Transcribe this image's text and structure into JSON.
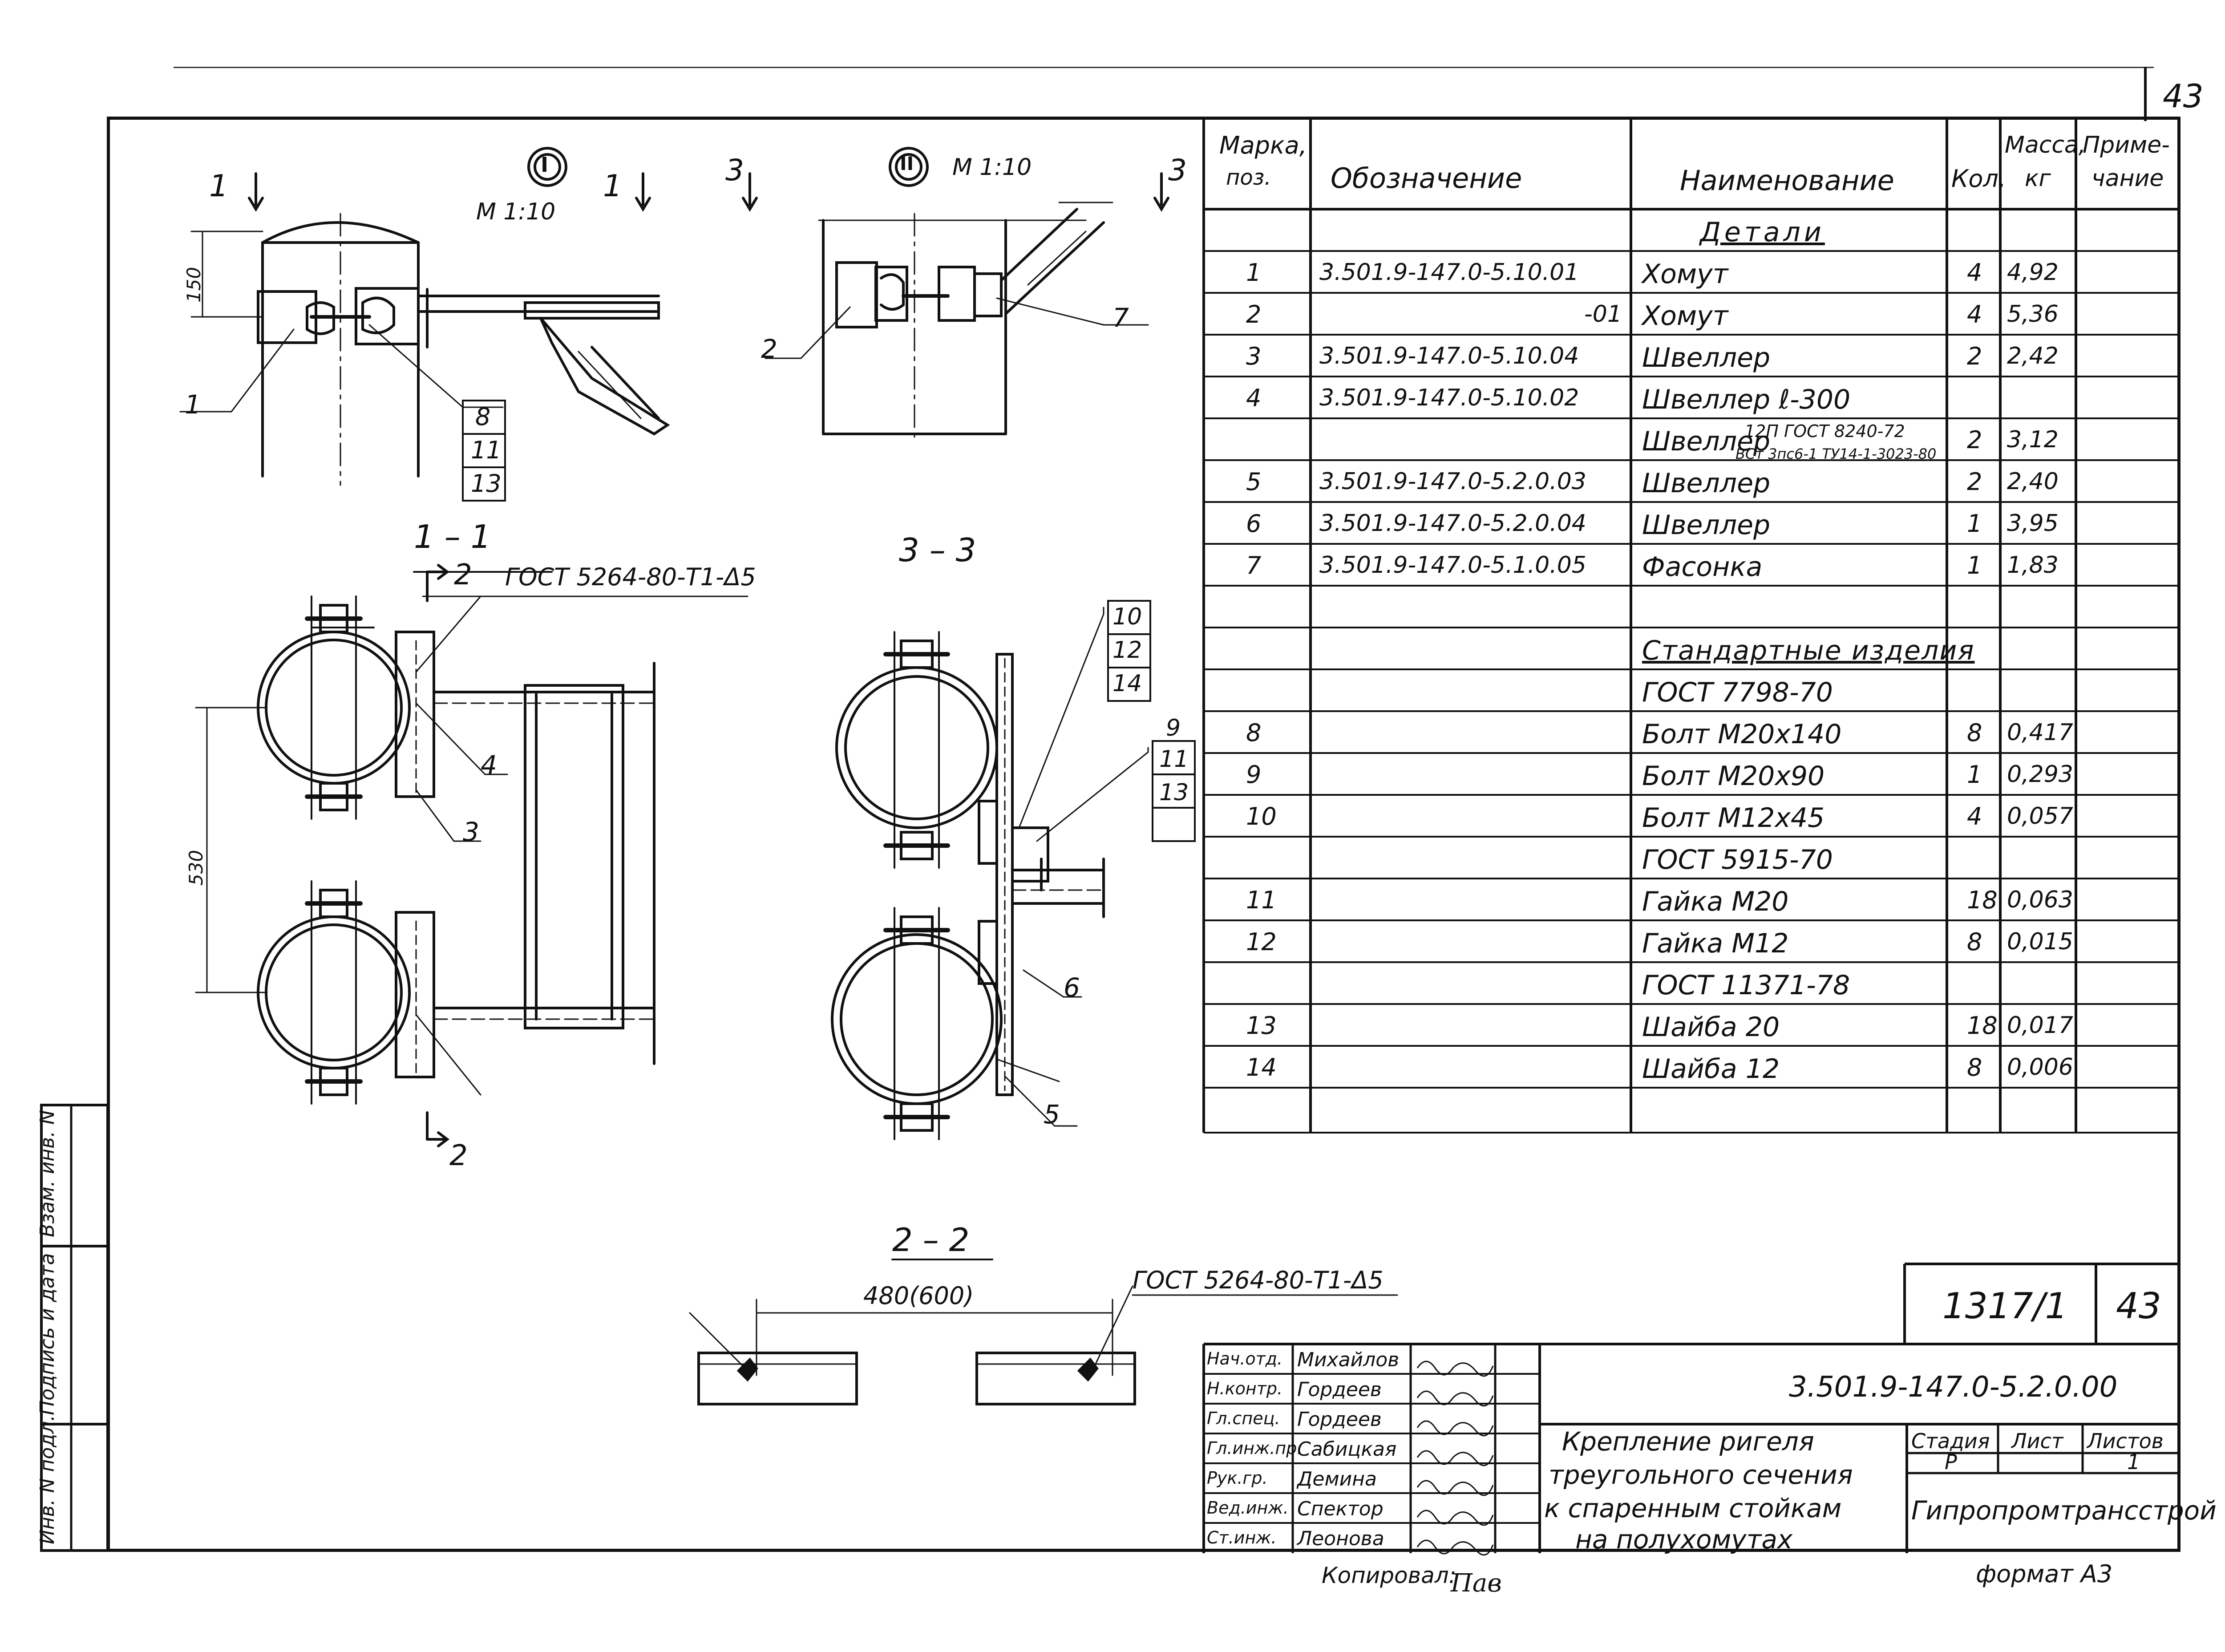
{
  "sheet": {
    "number_top": "43",
    "scale_I": "М 1:10",
    "scale_II": "М 1:10",
    "view_I_mark": "I",
    "view_II_mark": "II",
    "section_1_1": "1 – 1",
    "section_2_2": "2 – 2",
    "section_3_3": "3 – 3",
    "cut_1_left": "1",
    "cut_1_right": "1",
    "cut_3_left": "3",
    "cut_3_right": "3",
    "cut_2_top": "2",
    "cut_2_bottom": "2",
    "weld_note_1": "ГОСТ 5264-80-Т1-Δ5",
    "weld_note_2": "ГОСТ 5264-80-Т1-Δ5",
    "dim_150": "150",
    "dim_530": "530",
    "dim_480": "480(600)",
    "callouts_view_I": [
      "1",
      "8",
      "11",
      "13"
    ],
    "callouts_view_II": [
      "2",
      "7"
    ],
    "callouts_1_1": [
      "4",
      "3"
    ],
    "callouts_3_3": [
      "10",
      "12",
      "14",
      "9",
      "11",
      "13",
      "6",
      "5"
    ]
  },
  "spec_table": {
    "headers": {
      "mark": "Марка, поз.",
      "mark_l1": "Марка,",
      "mark_l2": "поз.",
      "designation": "Обозначение",
      "name": "Наименование",
      "qty": "Кол.",
      "mass_l1": "Масса,",
      "mass_l2": "кг",
      "note_l1": "Приме-",
      "note_l2": "чание"
    },
    "rows": [
      {
        "mark": "",
        "designation": "",
        "name": "Детали",
        "qty": "",
        "mass": ""
      },
      {
        "mark": "1",
        "designation": "3.501.9-147.0-5.10.01",
        "name": "Хомут",
        "qty": "4",
        "mass": "4,92"
      },
      {
        "mark": "2",
        "designation": "-01",
        "name": "Хомут",
        "qty": "4",
        "mass": "5,36"
      },
      {
        "mark": "3",
        "designation": "3.501.9-147.0-5.10.04",
        "name": "Швеллер",
        "qty": "2",
        "mass": "2,42"
      },
      {
        "mark": "4",
        "designation": "3.501.9-147.0-5.10.02",
        "name": "Швеллер ℓ-300",
        "qty": "",
        "mass": ""
      },
      {
        "mark": "",
        "designation": "",
        "name": "Швеллер",
        "name_sup": "12П ГОСТ 8240-72",
        "name_sub": "ВСт 3пс6-1 ТУ14-1-3023-80",
        "qty": "2",
        "mass": "3,12"
      },
      {
        "mark": "5",
        "designation": "3.501.9-147.0-5.2.0.03",
        "name": "Швеллер",
        "qty": "2",
        "mass": "2,40"
      },
      {
        "mark": "6",
        "designation": "3.501.9-147.0-5.2.0.04",
        "name": "Швеллер",
        "qty": "1",
        "mass": "3,95"
      },
      {
        "mark": "7",
        "designation": "3.501.9-147.0-5.1.0.05",
        "name": "Фасонка",
        "qty": "1",
        "mass": "1,83"
      },
      {
        "mark": "",
        "designation": "",
        "name": "",
        "qty": "",
        "mass": ""
      },
      {
        "mark": "",
        "designation": "",
        "name": "Стандартные изделия",
        "qty": "",
        "mass": ""
      },
      {
        "mark": "",
        "designation": "",
        "name": "ГОСТ 7798-70",
        "qty": "",
        "mass": ""
      },
      {
        "mark": "8",
        "designation": "",
        "name": "Болт М20х140",
        "qty": "8",
        "mass": "0,417"
      },
      {
        "mark": "9",
        "designation": "",
        "name": "Болт М20х90",
        "qty": "1",
        "mass": "0,293"
      },
      {
        "mark": "10",
        "designation": "",
        "name": "Болт М12х45",
        "qty": "4",
        "mass": "0,057"
      },
      {
        "mark": "",
        "designation": "",
        "name": "ГОСТ 5915-70",
        "qty": "",
        "mass": ""
      },
      {
        "mark": "11",
        "designation": "",
        "name": "Гайка М20",
        "qty": "18",
        "mass": "0,063"
      },
      {
        "mark": "12",
        "designation": "",
        "name": "Гайка М12",
        "qty": "8",
        "mass": "0,015"
      },
      {
        "mark": "",
        "designation": "",
        "name": "ГОСТ 11371-78",
        "qty": "",
        "mass": ""
      },
      {
        "mark": "13",
        "designation": "",
        "name": "Шайба 20",
        "qty": "18",
        "mass": "0,017"
      },
      {
        "mark": "14",
        "designation": "",
        "name": "Шайба 12",
        "qty": "8",
        "mass": "0,006"
      }
    ]
  },
  "title_block": {
    "album": "1317/1",
    "sheet": "43",
    "doc_code": "3.501.9-147.0-5.2.0.00",
    "title_lines": [
      "Крепление ригеля",
      "треугольного сечения",
      "к спаренным стойкам",
      "на полухомутах"
    ],
    "stage_label": "Стадия",
    "sheet_label": "Лист",
    "sheets_label": "Листов",
    "stage": "Р",
    "sheets_total": "1",
    "organization": "Гипропромтрансстрой",
    "format": "формат А3",
    "copied_by": "Копировал:",
    "copied_sig": "Пав",
    "signatures": [
      {
        "role": "Нач.отд.",
        "name": "Михайлов"
      },
      {
        "role": "Н.контр.",
        "name": "Гордеев"
      },
      {
        "role": "Гл.спец.",
        "name": "Гордеев"
      },
      {
        "role": "Гл.инж.пр.",
        "name": "Сабицкая"
      },
      {
        "role": "Рук.гр.",
        "name": "Демина"
      },
      {
        "role": "Вед.инж.",
        "name": "Спектор"
      },
      {
        "role": "Ст.инж.",
        "name": "Леонова"
      }
    ]
  },
  "side_strip": {
    "labels": [
      "Инв. N подл.",
      "Подпись и дата",
      "Взам. инв. N"
    ]
  }
}
